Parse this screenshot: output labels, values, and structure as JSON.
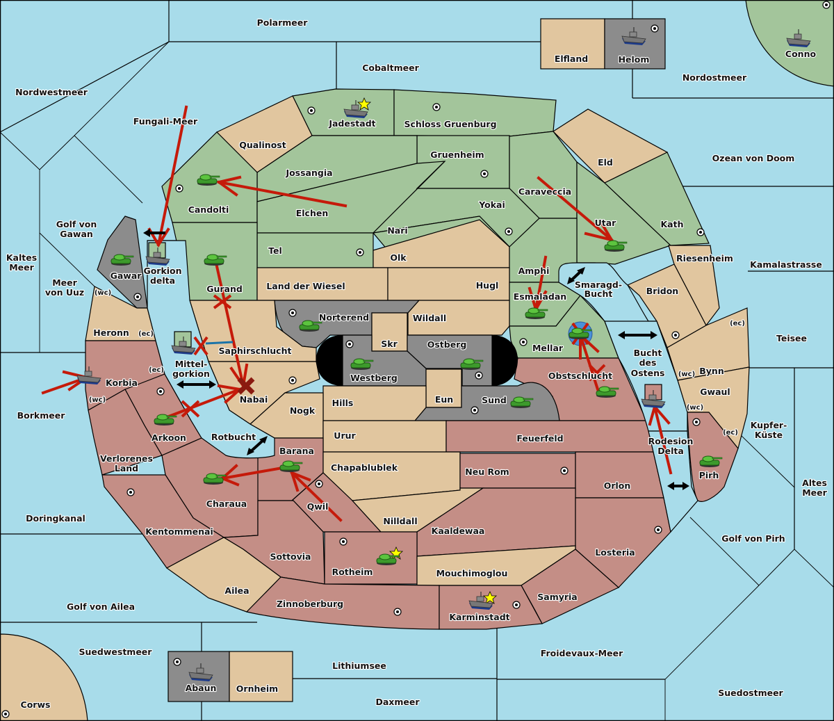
{
  "colors": {
    "sea": "#a8dcea",
    "green_power": "#a3c59b",
    "neutral": "#e1c69f",
    "red_power": "#c48e86",
    "grey_power": "#8c8c8c",
    "order_arrow": "#c51a0a",
    "supply_center_star": "#ffff00",
    "dislodged_marker": "#4a90d9"
  },
  "sea_labels": [
    {
      "id": "polarmeer",
      "text": "Polarmeer"
    },
    {
      "id": "cobaltmeer",
      "text": "Cobaltmeer"
    },
    {
      "id": "nordwestmeer",
      "text": "Nordwestmeer"
    },
    {
      "id": "fungali",
      "text": "Fungali-Meer"
    },
    {
      "id": "nordostmeer",
      "text": "Nordostmeer"
    },
    {
      "id": "ozean",
      "text": "Ozean von Doom"
    },
    {
      "id": "golf-gawan-1",
      "text": "Golf von"
    },
    {
      "id": "golf-gawan-2",
      "text": "Gawan"
    },
    {
      "id": "kaltes-1",
      "text": "Kaltes"
    },
    {
      "id": "kaltes-2",
      "text": "Meer"
    },
    {
      "id": "uuz-1",
      "text": "Meer"
    },
    {
      "id": "uuz-2",
      "text": "von Uuz"
    },
    {
      "id": "gorkion-1",
      "text": "Gorkion"
    },
    {
      "id": "gorkion-2",
      "text": "delta"
    },
    {
      "id": "mittel-1",
      "text": "Mittel-"
    },
    {
      "id": "mittel-2",
      "text": "gorkion"
    },
    {
      "id": "borkmeer",
      "text": "Borkmeer"
    },
    {
      "id": "rotbucht",
      "text": "Rotbucht"
    },
    {
      "id": "doringkanal",
      "text": "Doringkanal"
    },
    {
      "id": "golf-ailea",
      "text": "Golf von Ailea"
    },
    {
      "id": "suedwestmeer",
      "text": "Suedwestmeer"
    },
    {
      "id": "lithiumsee",
      "text": "Lithiumsee"
    },
    {
      "id": "daxmeer",
      "text": "Daxmeer"
    },
    {
      "id": "froidevaux",
      "text": "Froidevaux-Meer"
    },
    {
      "id": "suedostmeer",
      "text": "Suedostmeer"
    },
    {
      "id": "golf-pirh",
      "text": "Golf von Pirh"
    },
    {
      "id": "altes-1",
      "text": "Altes"
    },
    {
      "id": "altes-2",
      "text": "Meer"
    },
    {
      "id": "kupfer-1",
      "text": "Kupfer-"
    },
    {
      "id": "kupfer-2",
      "text": "Küste"
    },
    {
      "id": "teisee",
      "text": "Teisee"
    },
    {
      "id": "kamala",
      "text": "Kamalastrasse"
    },
    {
      "id": "smaragd-1",
      "text": "Smaragd-"
    },
    {
      "id": "smaragd-2",
      "text": "Bucht"
    },
    {
      "id": "bucht-1",
      "text": "Bucht"
    },
    {
      "id": "bucht-2",
      "text": "des"
    },
    {
      "id": "bucht-3",
      "text": "Ostens"
    },
    {
      "id": "rodesion-1",
      "text": "Rodesion"
    },
    {
      "id": "rodesion-2",
      "text": "Delta"
    }
  ],
  "land_labels": [
    {
      "id": "elfland",
      "text": "Elfland"
    },
    {
      "id": "helom",
      "text": "Helom"
    },
    {
      "id": "conno",
      "text": "Conno"
    },
    {
      "id": "jadestadt",
      "text": "Jadestadt"
    },
    {
      "id": "schloss",
      "text": "Schloss Gruenburg"
    },
    {
      "id": "qualinost",
      "text": "Qualinost"
    },
    {
      "id": "gruenheim",
      "text": "Gruenheim"
    },
    {
      "id": "eld",
      "text": "Eld"
    },
    {
      "id": "jossangia",
      "text": "Jossangia"
    },
    {
      "id": "caraveccia",
      "text": "Caraveccia"
    },
    {
      "id": "candolti",
      "text": "Candolti"
    },
    {
      "id": "elchen",
      "text": "Elchen"
    },
    {
      "id": "yokai",
      "text": "Yokai"
    },
    {
      "id": "utar",
      "text": "Utar"
    },
    {
      "id": "kath",
      "text": "Kath"
    },
    {
      "id": "nari",
      "text": "Nari"
    },
    {
      "id": "tel",
      "text": "Tel"
    },
    {
      "id": "olk",
      "text": "Olk"
    },
    {
      "id": "riesenheim",
      "text": "Riesenheim"
    },
    {
      "id": "gawar",
      "text": "Gawar"
    },
    {
      "id": "amphi",
      "text": "Amphi"
    },
    {
      "id": "gurand",
      "text": "Gurand"
    },
    {
      "id": "wiesel",
      "text": "Land der Wiesel"
    },
    {
      "id": "hugl",
      "text": "Hugl"
    },
    {
      "id": "bridon",
      "text": "Bridon"
    },
    {
      "id": "esmaladan",
      "text": "Esmaladan"
    },
    {
      "id": "norterend",
      "text": "Norterend"
    },
    {
      "id": "wildall",
      "text": "Wildall"
    },
    {
      "id": "heronn",
      "text": "Heronn"
    },
    {
      "id": "skr",
      "text": "Skr"
    },
    {
      "id": "ostberg",
      "text": "Ostberg"
    },
    {
      "id": "mellar",
      "text": "Mellar"
    },
    {
      "id": "saphir",
      "text": "Saphirschlucht"
    },
    {
      "id": "westberg",
      "text": "Westberg"
    },
    {
      "id": "bynn",
      "text": "Bynn"
    },
    {
      "id": "obstschlucht",
      "text": "Obstschlucht"
    },
    {
      "id": "korbia",
      "text": "Korbia"
    },
    {
      "id": "nabai",
      "text": "Nabai"
    },
    {
      "id": "gwaul",
      "text": "Gwaul"
    },
    {
      "id": "eun",
      "text": "Eun"
    },
    {
      "id": "sund",
      "text": "Sund"
    },
    {
      "id": "hills",
      "text": "Hills"
    },
    {
      "id": "nogk",
      "text": "Nogk"
    },
    {
      "id": "arkoon",
      "text": "Arkoon"
    },
    {
      "id": "urur",
      "text": "Urur"
    },
    {
      "id": "feuerfeld",
      "text": "Feuerfeld"
    },
    {
      "id": "barana",
      "text": "Barana"
    },
    {
      "id": "verlorenes-1",
      "text": "Verlorenes"
    },
    {
      "id": "verlorenes-2",
      "text": "Land"
    },
    {
      "id": "chapa",
      "text": "Chapablublek"
    },
    {
      "id": "neurom",
      "text": "Neu Rom"
    },
    {
      "id": "pirh",
      "text": "Pirh"
    },
    {
      "id": "charaua",
      "text": "Charaua"
    },
    {
      "id": "orlon",
      "text": "Orlon"
    },
    {
      "id": "qwil",
      "text": "Qwil"
    },
    {
      "id": "nilldall",
      "text": "Nilldall"
    },
    {
      "id": "kentommenai",
      "text": "Kentommenai"
    },
    {
      "id": "kaaldewaa",
      "text": "Kaaldewaa"
    },
    {
      "id": "losteria",
      "text": "Losteria"
    },
    {
      "id": "sottovia",
      "text": "Sottovia"
    },
    {
      "id": "rotheim",
      "text": "Rotheim"
    },
    {
      "id": "mouchi",
      "text": "Mouchimoglou"
    },
    {
      "id": "ailea",
      "text": "Ailea"
    },
    {
      "id": "samyria",
      "text": "Samyria"
    },
    {
      "id": "zinnoberburg",
      "text": "Zinnoberburg"
    },
    {
      "id": "karminstadt",
      "text": "Karminstadt"
    },
    {
      "id": "abaun",
      "text": "Abaun"
    },
    {
      "id": "ornheim",
      "text": "Ornheim"
    },
    {
      "id": "corws",
      "text": "Corws"
    }
  ],
  "coast_labels": [
    {
      "id": "gawar-wc",
      "text": "(wc)"
    },
    {
      "id": "heronn-ec",
      "text": "(ec)"
    },
    {
      "id": "korbia-ec",
      "text": "(ec)"
    },
    {
      "id": "korbia-wc",
      "text": "(wc)"
    },
    {
      "id": "bynn-ec",
      "text": "(ec)"
    },
    {
      "id": "bynn-wc",
      "text": "(wc)"
    },
    {
      "id": "gwaul-wc",
      "text": "(wc)"
    },
    {
      "id": "gwaul-ec",
      "text": "(ec)"
    }
  ]
}
